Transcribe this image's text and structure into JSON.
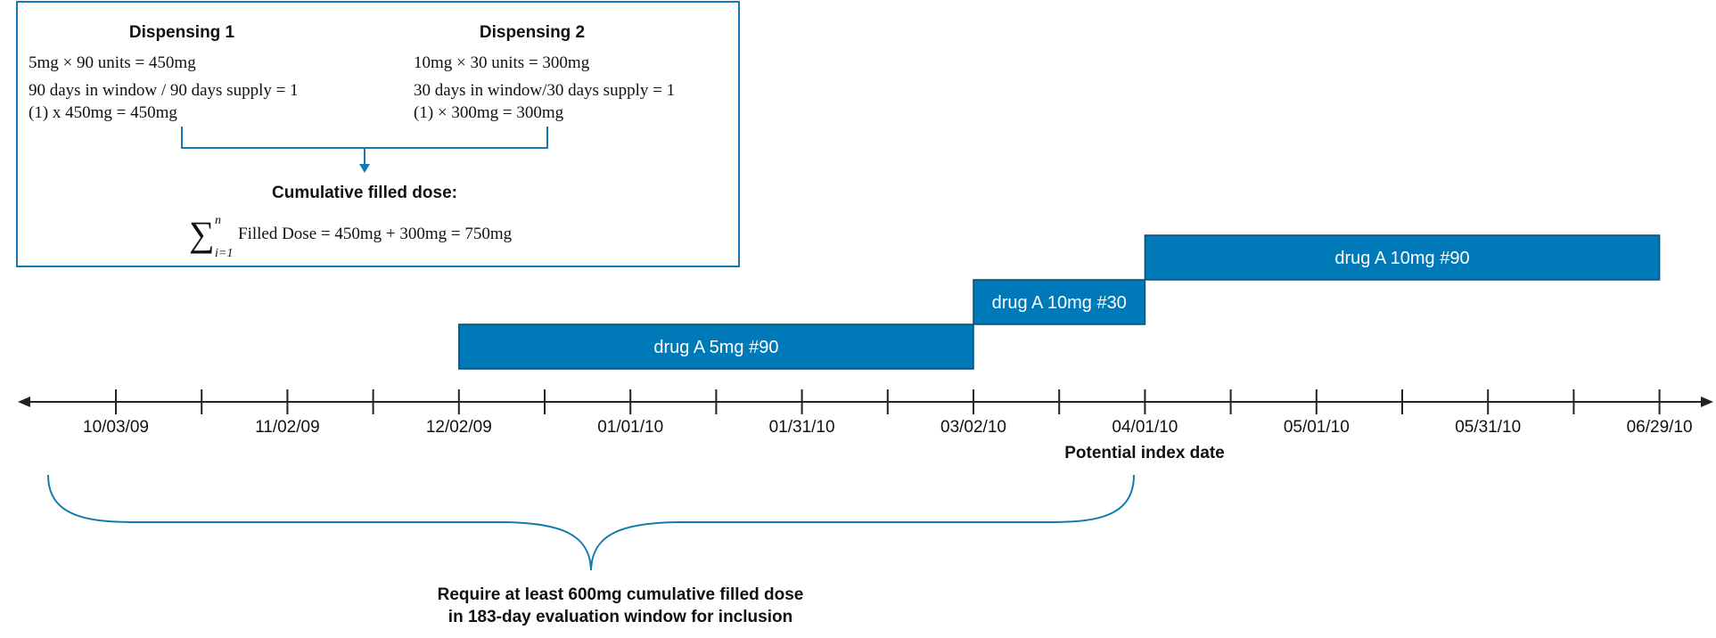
{
  "summary_box": {
    "dispensing1": {
      "title": "Dispensing 1",
      "line1": "5mg × 90 units = 450mg",
      "line2": "90 days in window / 90 days supply = 1",
      "line3": "(1) x 450mg = 450mg"
    },
    "dispensing2": {
      "title": "Dispensing 2",
      "line1": "10mg × 30 units = 300mg",
      "line2": "30 days in window/30 days supply = 1",
      "line3": "(1) × 300mg = 300mg"
    },
    "cumulative_title": "Cumulative filled dose:",
    "formula": {
      "sum_symbol": "∑",
      "upper": "n",
      "lower": "i=1",
      "text": "Filled Dose = 450mg + 300mg = 750mg"
    }
  },
  "bars": [
    {
      "label": "drug A 5mg #90",
      "start": "12/02/09",
      "end": "03/02/10",
      "level": 0
    },
    {
      "label": "drug A 10mg #30",
      "start": "03/02/10",
      "end": "04/01/10",
      "level": 1
    },
    {
      "label": "drug A 10mg #90",
      "start": "04/01/10",
      "end": "06/29/10",
      "level": 2
    }
  ],
  "timeline": {
    "ticks": [
      "10/03/09",
      "11/02/09",
      "12/02/09",
      "01/01/10",
      "01/31/10",
      "03/02/10",
      "04/01/10",
      "05/01/10",
      "05/31/10",
      "06/29/10"
    ],
    "minor_ticks": true
  },
  "index_label": "Potential index date",
  "window_label": {
    "line1": "Require at least 600mg cumulative filled dose",
    "line2": "in 183-day evaluation window for inclusion"
  },
  "colors": {
    "bar_fill": "#0079B8",
    "bar_stroke": "#0B4F72",
    "box_stroke": "#1479B2",
    "brace": "#1479B2",
    "axis": "#222222",
    "text": "#111111",
    "bar_text": "#FFFFFF"
  }
}
